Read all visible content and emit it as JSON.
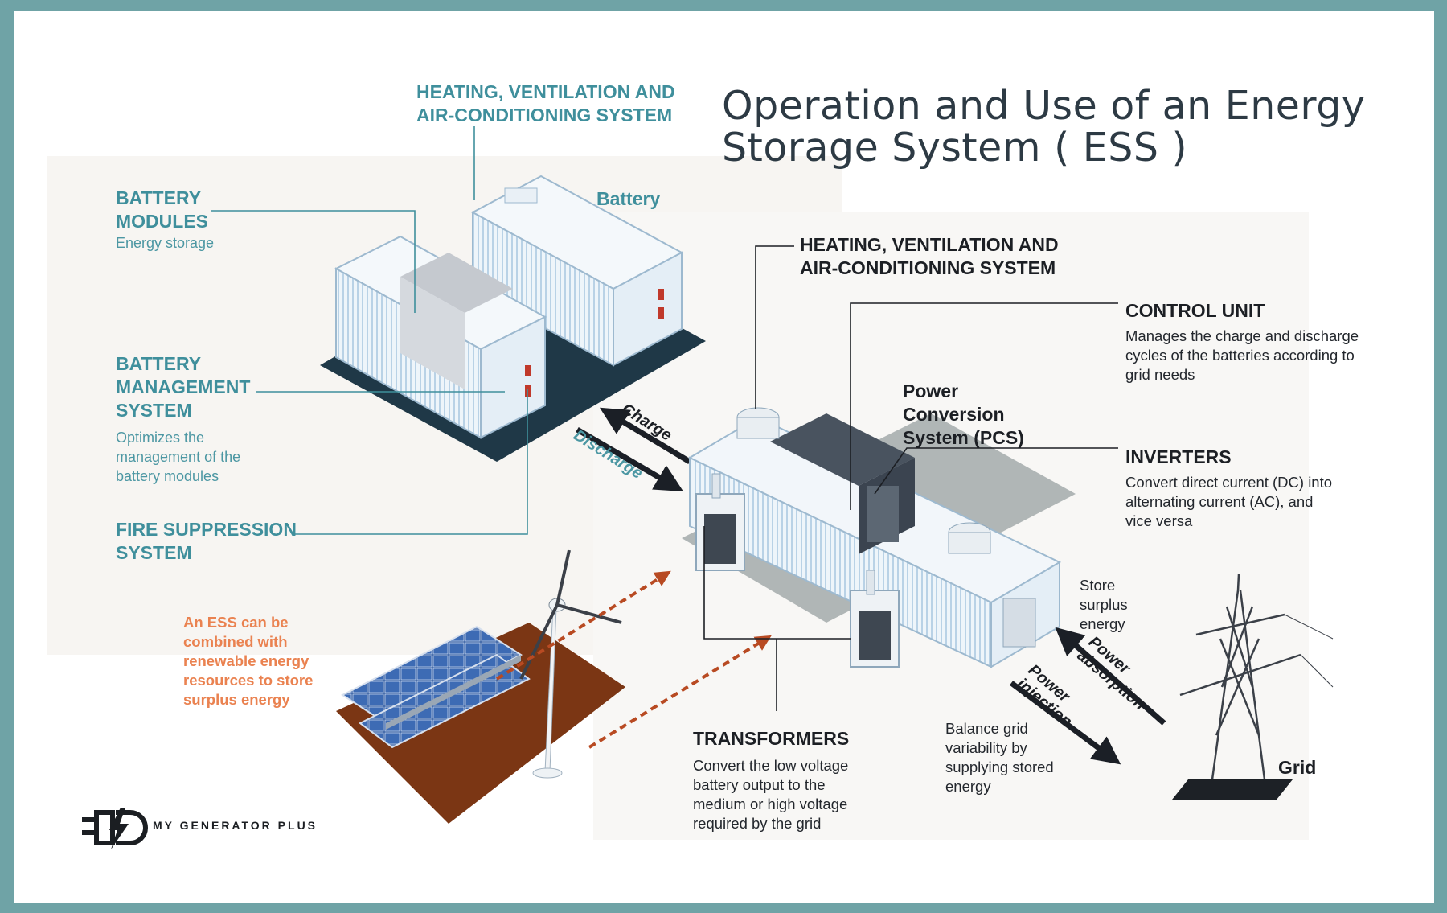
{
  "title": "Operation and Use of an Energy Storage System ( ESS )",
  "labels": {
    "hvac_top": "HEATING, VENTILATION AND AIR-CONDITIONING SYSTEM",
    "battery": "Battery",
    "battery_modules": "BATTERY MODULES",
    "battery_modules_desc": "Energy storage",
    "bms": "BATTERY MANAGEMENT SYSTEM",
    "bms_desc": "Optimizes the management of the battery modules",
    "fire": "FIRE SUPPRESSION SYSTEM",
    "renewable": "An ESS can be combined with renewable energy resources to store surplus energy",
    "hvac_right": "HEATING, VENTILATION AND AIR-CONDITIONING SYSTEM",
    "control_unit": "CONTROL UNIT",
    "control_unit_desc": "Manages the charge and discharge cycles of the batteries according to grid needs",
    "pcs": "Power Conversion System (PCS)",
    "inverters": "INVERTERS",
    "inverters_desc": "Convert direct current (DC) into alternating current (AC), and vice versa",
    "charge": "Charge",
    "discharge": "Discharge",
    "store_surplus": "Store surplus energy",
    "power_absorption": "Power absorption",
    "power_injection": "Power injection",
    "balance_grid": "Balance grid variability by supplying stored energy",
    "transformers": "TRANSFORMERS",
    "transformers_desc": "Convert the low voltage battery output to the medium or high voltage required by the grid",
    "grid": "Grid",
    "brand": "MY GENERATOR PLUS"
  },
  "colors": {
    "frame": "#6fa3a6",
    "teal": "#3f8f9c",
    "dark": "#1c1f24",
    "orange": "#ea8250",
    "ground_dark": "#1f3847",
    "ground_brown": "#7b3614",
    "panel_blue": "#2f5aa0"
  },
  "icons": [
    "brand-logo-icon",
    "wind-turbine-icon",
    "solar-panel-icon",
    "power-pylon-icon"
  ]
}
